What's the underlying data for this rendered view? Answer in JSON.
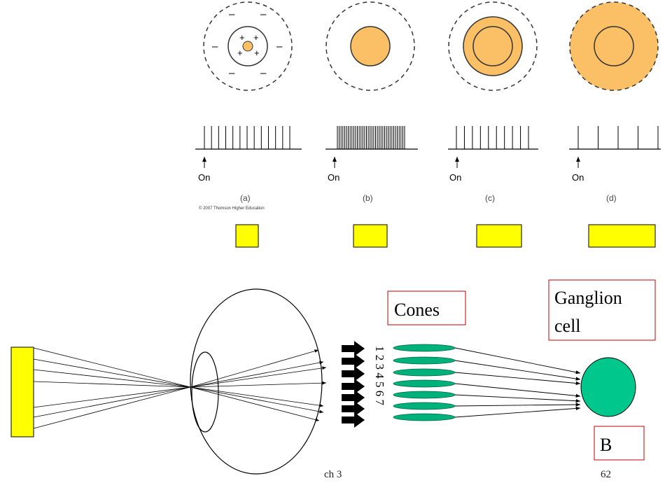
{
  "panels": [
    {
      "label": "(a)",
      "on_label": "On"
    },
    {
      "label": "(b)",
      "on_label": "On"
    },
    {
      "label": "(c)",
      "on_label": "On"
    },
    {
      "label": "(d)",
      "on_label": "On"
    }
  ],
  "signs": {
    "plus": "+",
    "minus": "–"
  },
  "copyright": "© 2007 Thomson Higher Education",
  "labels": {
    "cones": "Cones",
    "ganglion_line1": "Ganglion",
    "ganglion_line2": "cell",
    "b_label": "B"
  },
  "cone_numbers": [
    "1",
    "2",
    "3",
    "4",
    "5",
    "6",
    "7"
  ],
  "footer": {
    "left": "ch 3",
    "right": "62"
  },
  "colors": {
    "stimulus_orange": "#fbbf66",
    "light_yellow": "#ffff00",
    "cone_green": "#00b27a",
    "ganglion_green": "#00c88c",
    "box_border": "#c00000"
  }
}
